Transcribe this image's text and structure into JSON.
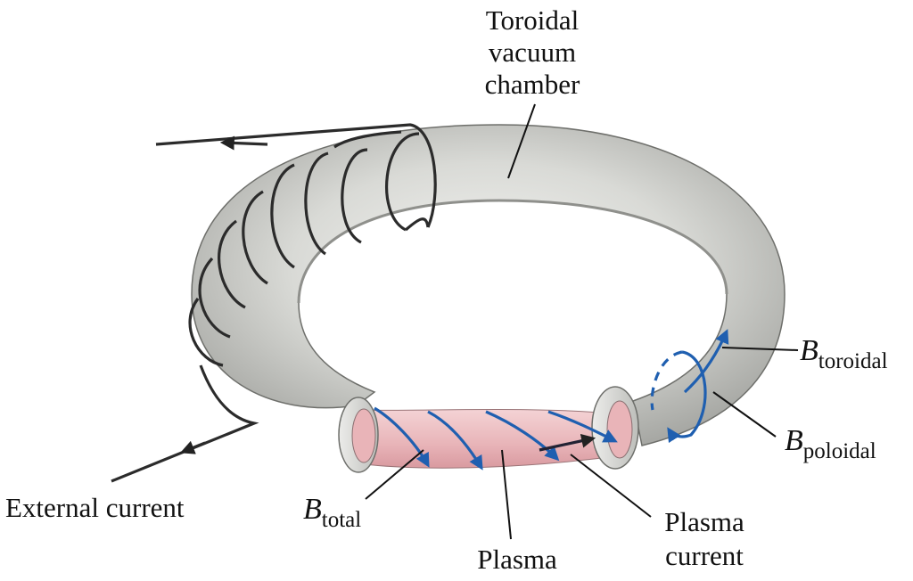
{
  "labels": {
    "chamber_line1": "Toroidal",
    "chamber_line2": "vacuum",
    "chamber_line3": "chamber",
    "external_current": "External current",
    "b_symbol": "B",
    "b_total_sub": "total",
    "b_toroidal_sub": "toroidal",
    "b_poloidal_sub": "poloidal",
    "plasma": "Plasma",
    "plasma_current_line1": "Plasma",
    "plasma_current_line2": "current"
  },
  "colors": {
    "torus_body": "#d8d9d5",
    "torus_shadow": "#a9aaa6",
    "plasma": "#e9b9bd",
    "field_arrows": "#1f5fb0",
    "coil_wire": "#2b2b2b"
  }
}
